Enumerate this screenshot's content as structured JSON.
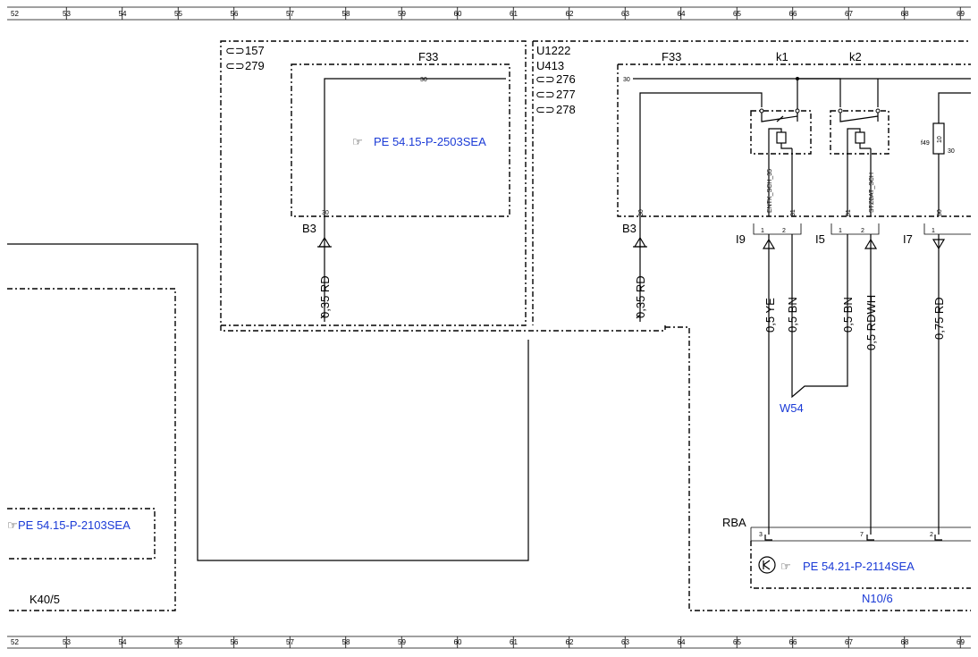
{
  "ruler": {
    "columns": [
      "52",
      "53",
      "54",
      "55",
      "56",
      "57",
      "58",
      "59",
      "60",
      "61",
      "62",
      "63",
      "64",
      "65",
      "66",
      "67",
      "68",
      "69"
    ]
  },
  "left_block": {
    "ref_sym": "☞",
    "ref_text": "PE 54.15-P-2103SEA",
    "component": "K40/5"
  },
  "middle_block": {
    "sheet_refs": [
      "157",
      "279"
    ],
    "component": "F33",
    "ref_sym": "☞",
    "ref_text": "PE 54.15-P-2503SEA",
    "pin_number": "30",
    "connector": "B3",
    "connector_pin": "30",
    "wire": "0,35 RD"
  },
  "right_block": {
    "variants": [
      "U1222",
      "U413"
    ],
    "sheet_refs": [
      "276",
      "277",
      "278"
    ],
    "component": "F33",
    "pin_number": "30",
    "relay1": "k1",
    "relay2": "k2",
    "relay1_signal": "ENTK_SCH_35",
    "relay2_signal": "STZBAT_SCH",
    "fuse_label": "f49",
    "fuse_value": "10",
    "fuse_pin": "30",
    "connector": "B3",
    "connector_pin": "30",
    "wire": "0,35 RD",
    "i9": "I9",
    "i5": "I5",
    "i7": "I7",
    "pin_1": "1",
    "pin_2": "2",
    "pin_31": "31",
    "pin_35": "35",
    "pin_30": "30",
    "wires": [
      "0,5 YE",
      "0,5 BN",
      "0,5 BN",
      "0,5 RDWH",
      "0,75 RD"
    ],
    "splice": "W54"
  },
  "bottom_block": {
    "rba": "RBA",
    "pins": [
      "3",
      "7",
      "2"
    ],
    "ref_sym": "☞",
    "ref_text": "PE 54.21-P-2114SEA",
    "component": "N10/6"
  }
}
